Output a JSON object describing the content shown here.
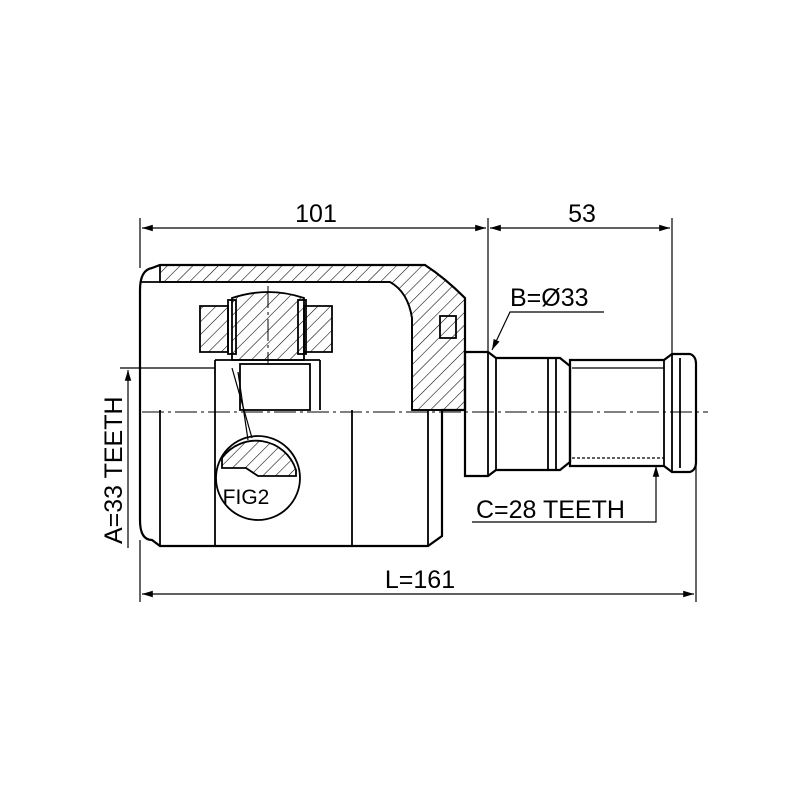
{
  "dimensions": {
    "housing_length": "101",
    "shaft_length": "53",
    "total_length": "L=161",
    "outer_diameter": "B=Ø33",
    "spline_teeth_outer": "A=33 TEETH",
    "spline_teeth_shaft": "C=28 TEETH"
  },
  "callouts": {
    "detail": "FIG2"
  }
}
